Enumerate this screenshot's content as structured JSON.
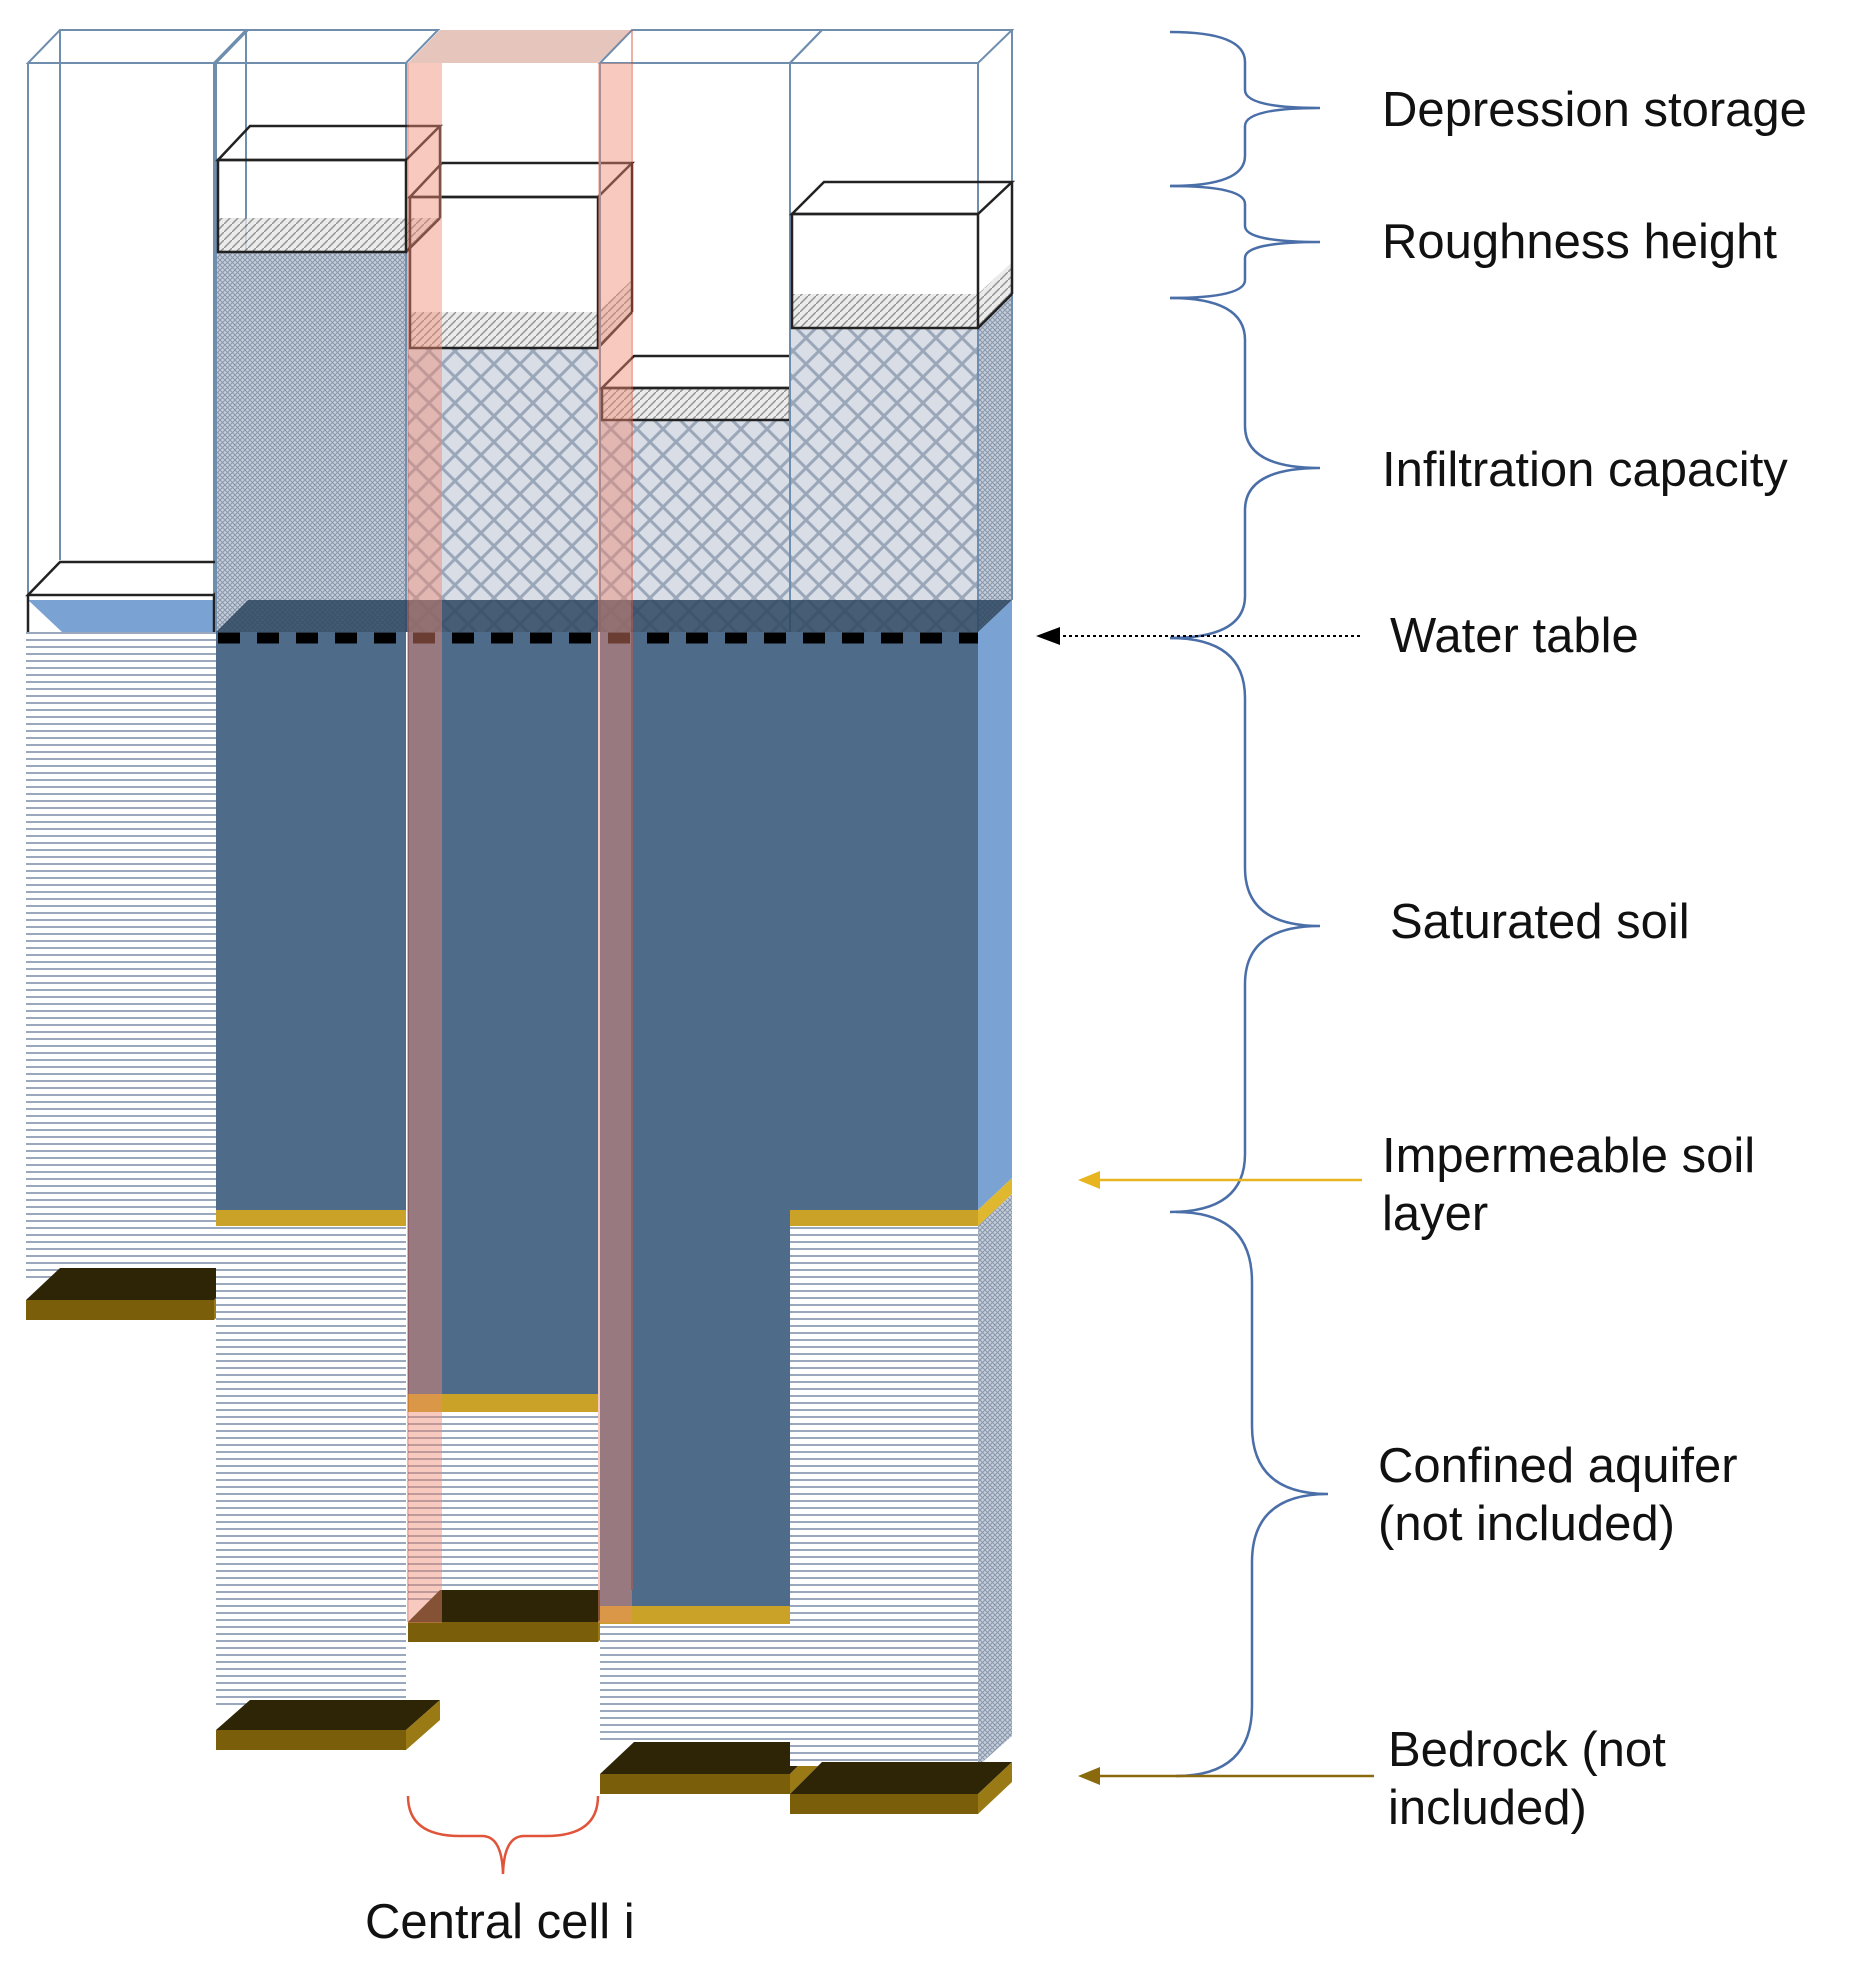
{
  "labels": {
    "depression_storage": "Depression storage",
    "roughness_height": "Roughness height",
    "infiltration_capacity": "Infiltration capacity",
    "water_table": "Water table",
    "saturated_soil": "Saturated soil",
    "impermeable_line1": "Impermeable soil",
    "impermeable_line2": "layer",
    "confined_line1": "Confined aquifer",
    "confined_line2": "(not included)",
    "bedrock_line1": "Bedrock (not",
    "bedrock_line2": "included)",
    "central_cell": "Central cell i"
  },
  "colors": {
    "saturated": "#4f6b8a",
    "saturated_side": "#7aa3d4",
    "impermeable": "#c9a227",
    "bedrock": "#2e2406",
    "bedrock_front": "#7a5e0a",
    "brace": "#4a6ea8",
    "central_highlight": "#f08a72",
    "central_brace": "#e0553a",
    "wireframe": "#6f8eae"
  }
}
